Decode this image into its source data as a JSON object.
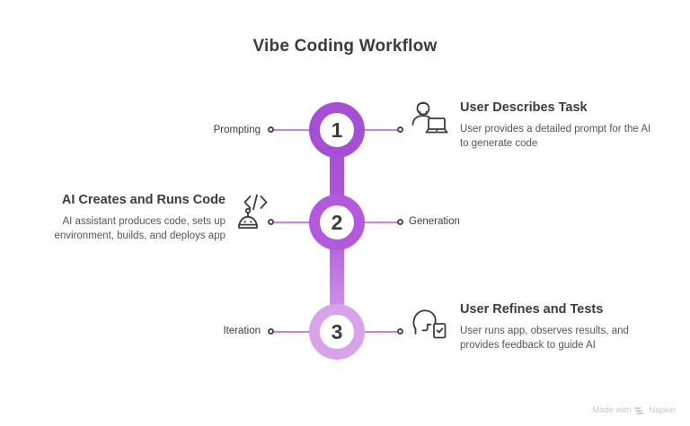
{
  "diagram": {
    "title": "Vibe Coding Workflow",
    "type": "vertical-timeline",
    "colors": {
      "node_1_ring": "#a54fd4",
      "node_2_ring": "#b359dd",
      "node_3_ring": "#d9a3ec",
      "connector_line": "#cf7fe8",
      "heading_text": "#3c3c3c",
      "body_text": "#55555a",
      "background": "#ffffff",
      "watermark": "#c8c8cc"
    },
    "steps": [
      {
        "number": "1",
        "side_label": "Prompting",
        "side_label_position": "left",
        "heading": "User Describes Task",
        "description": "User provides a detailed prompt for the AI to generate code",
        "content_position": "right",
        "icon": "person-with-laptop-icon"
      },
      {
        "number": "2",
        "side_label": "Generation",
        "side_label_position": "right",
        "heading": "AI Creates and Runs Code",
        "description": "AI assistant produces code, sets up environment, builds, and deploys app",
        "content_position": "left",
        "icon": "robot-code-icon"
      },
      {
        "number": "3",
        "side_label": "Iteration",
        "side_label_position": "left",
        "heading": "User Refines and Tests",
        "description": "User runs app, observes results, and provides feedback to guide AI",
        "content_position": "right",
        "icon": "head-checklist-icon"
      }
    ]
  },
  "footer": {
    "made_with": "Made with",
    "brand": "Napkin",
    "logo_icon": "napkin-logo-icon"
  }
}
